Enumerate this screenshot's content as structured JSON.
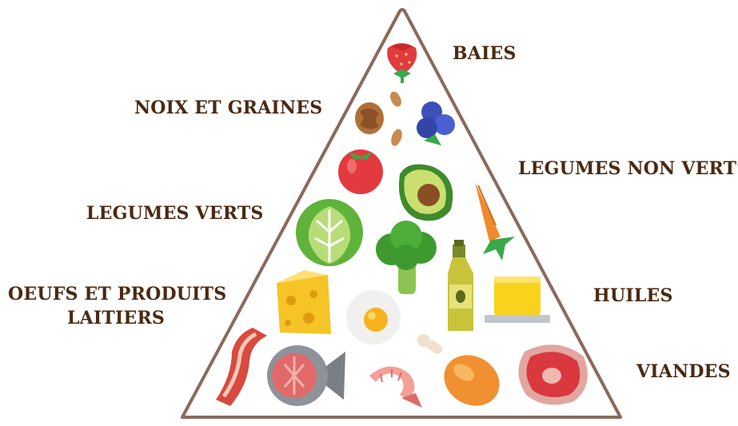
{
  "labels": {
    "baies": "BAIES",
    "noix_et_graines": "NOIX ET GRAINES",
    "legumes_non_verts": "LEGUMES NON VERTS",
    "legumes_verts": "LEGUMES VERTS",
    "oeufs_line1": "OEUFS ET PRODUITS",
    "oeufs_line2": "LAITIERS",
    "huiles": "HUILES",
    "viandes": "VIANDES"
  },
  "colors": {
    "label_text": "#4a2a12",
    "pyramid_outline": "#8a6a5a"
  },
  "icons": [
    "strawberry-icon",
    "walnut-icon",
    "almond-icon",
    "blueberries-icon",
    "tomato-icon",
    "avocado-icon",
    "carrot-icon",
    "lettuce-icon",
    "broccoli-icon",
    "olive-oil-bottle-icon",
    "cheese-icon",
    "fried-egg-icon",
    "butter-icon",
    "bacon-icon",
    "fish-icon",
    "shrimp-icon",
    "chicken-leg-icon",
    "steak-icon"
  ]
}
